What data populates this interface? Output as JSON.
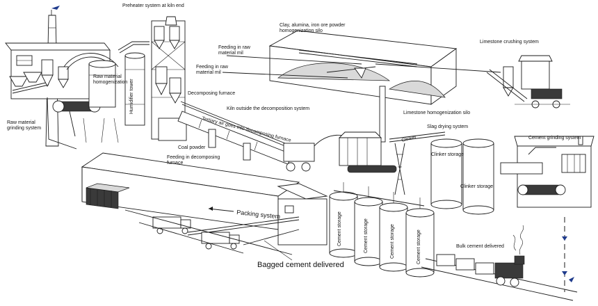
{
  "labels": {
    "preheater": "Preheater system at kiln end",
    "clay_silo_1": "Clay, alumina, iron ore powder",
    "clay_silo_2": "homogenization silo",
    "feed_raw_1a": "Feeding in raw",
    "feed_raw_1b": "material mil",
    "feed_raw_2a": "Feeding in raw",
    "feed_raw_2b": "material mil",
    "limestone_crushing": "Limestone crushing system",
    "raw_homog_1": "Raw material",
    "raw_homog_2": "homogenization",
    "humidifier": "Humidifier tower",
    "decomposing_furnace": "Decomposing furnace",
    "raw_grinding_1": "Raw material",
    "raw_grinding_2": "grinding system",
    "kiln_outside": "Kiln outside the decomposition system",
    "tertiary_air": "Tertiary air goes into decomposing furnace",
    "limestone_homog": "Limestone homogenization silo",
    "slag_drying": "Slag drying system",
    "clinker": "Clinker",
    "clinker_storage_1": "Clinker storage",
    "clinker_storage_2": "Clinker storage",
    "cement_grinding": "Cement grinding system",
    "coal_powder": "Coal powder",
    "feeding_decomp_1": "Feeding in decomposing",
    "feeding_decomp_2": "furnace",
    "packing": "Packing system",
    "cement_storage": "Cement storage",
    "bulk_cement": "Bulk cement delivered",
    "bagged_cement": "Bagged cement delivered"
  },
  "colors": {
    "line": "#1a1a1a",
    "arrow": "#1f3b8c",
    "fill_gray": "#d9d9d9"
  }
}
